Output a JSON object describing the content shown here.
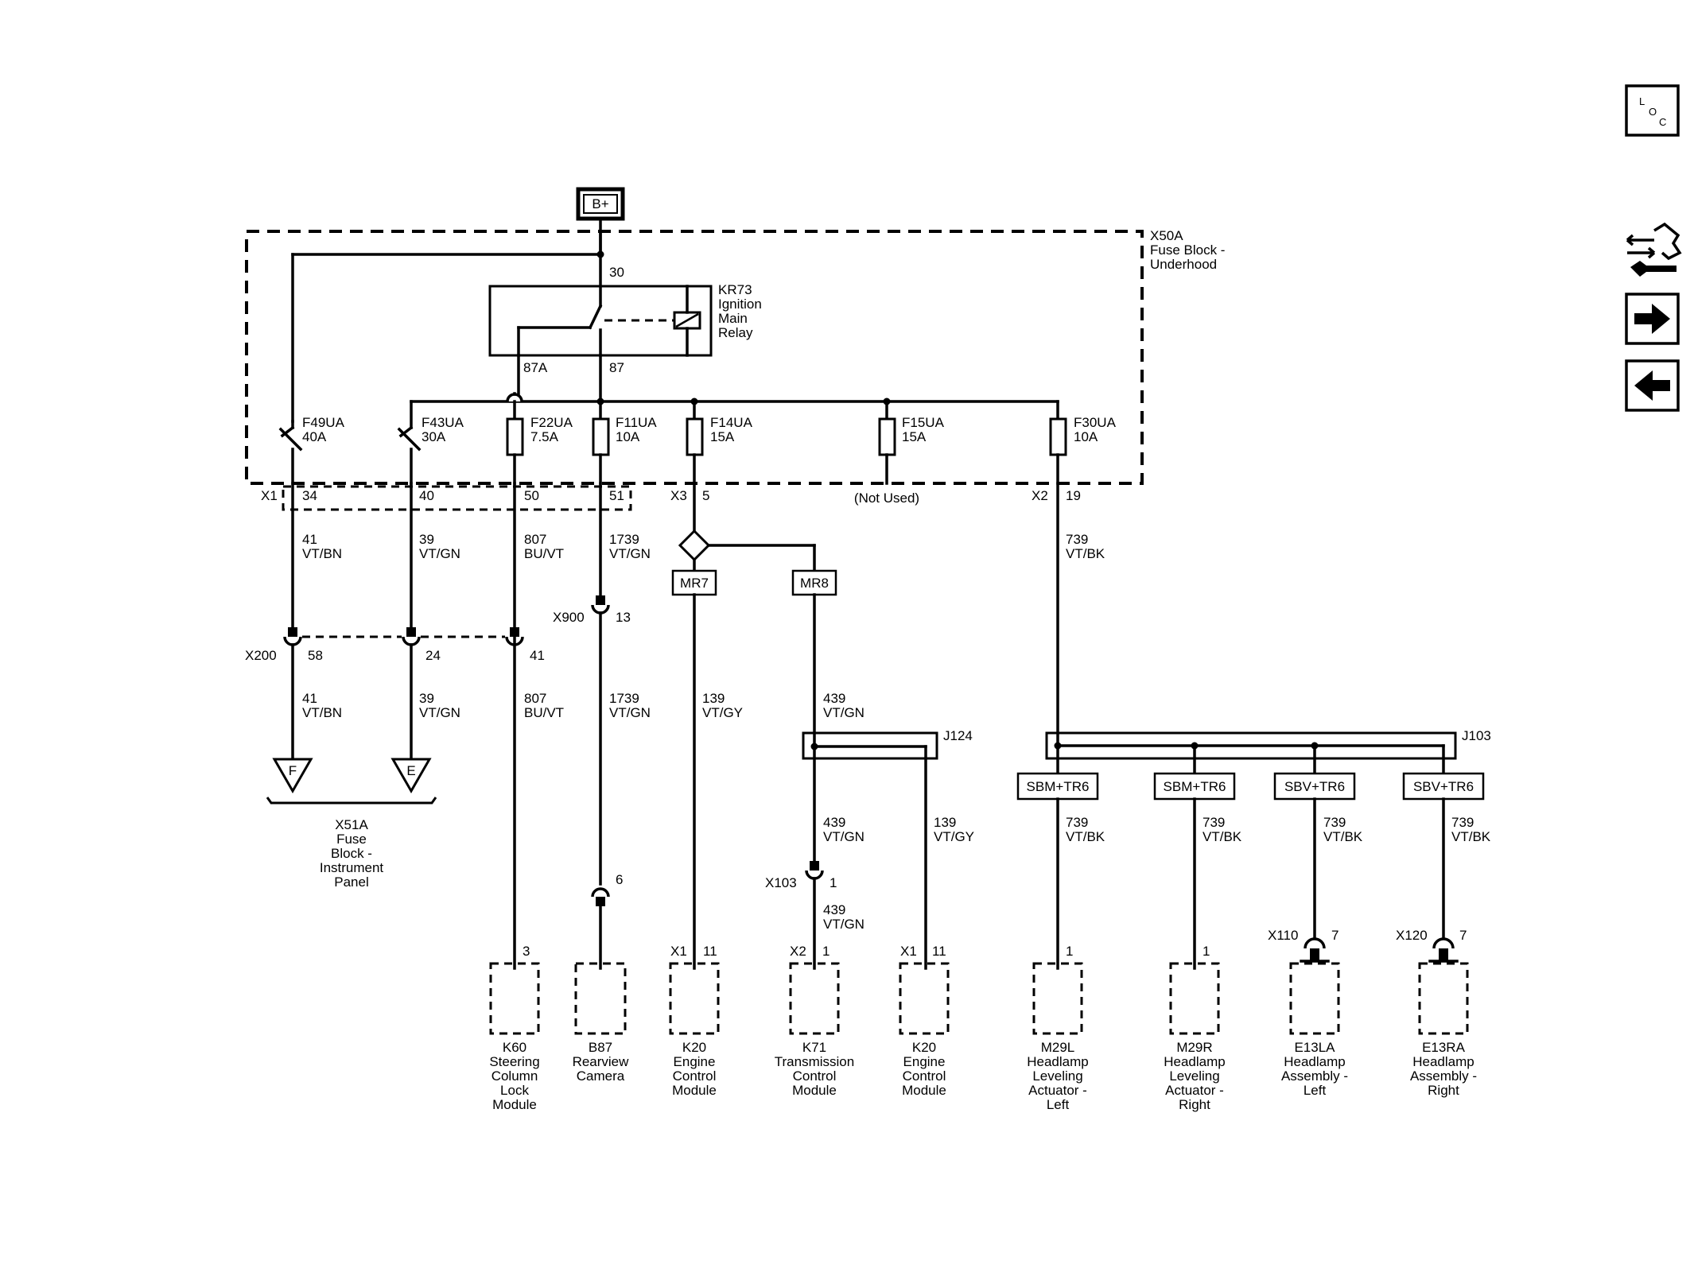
{
  "power_source": "B+",
  "fuse_block_underhood": {
    "id": "X50A",
    "line1": "Fuse Block -",
    "line2": "Underhood"
  },
  "relay": {
    "id": "KR73",
    "name_lines": [
      "Ignition",
      "Main",
      "Relay"
    ],
    "pin_in": "30",
    "pin_87a": "87A",
    "pin_87": "87"
  },
  "fuses": [
    {
      "name": "F49UA",
      "rating": "40A"
    },
    {
      "name": "F43UA",
      "rating": "30A"
    },
    {
      "name": "F22UA",
      "rating": "7.5A"
    },
    {
      "name": "F11UA",
      "rating": "10A"
    },
    {
      "name": "F14UA",
      "rating": "15A"
    },
    {
      "name": "F15UA",
      "rating": "15A"
    },
    {
      "name": "F30UA",
      "rating": "10A"
    }
  ],
  "connectors": {
    "x1": "X1",
    "x3": "X3",
    "x2": "X2",
    "x200": "X200",
    "x900": "X900",
    "x103": "X103",
    "x110": "X110",
    "x120": "X120",
    "pin_34": "34",
    "pin_40": "40",
    "pin_50": "50",
    "pin_51": "51",
    "pin_5": "5",
    "pin_19": "19",
    "pin_58": "58",
    "pin_24": "24",
    "pin_41": "41",
    "pin_13": "13",
    "pin_6": "6",
    "pin_1_x103": "1",
    "pin_7_x110": "7",
    "pin_7_x120": "7"
  },
  "not_used": "(Not Used)",
  "wires": {
    "w41": {
      "circuit": "41",
      "color": "VT/BN"
    },
    "w39": {
      "circuit": "39",
      "color": "VT/GN"
    },
    "w807": {
      "circuit": "807",
      "color": "BU/VT"
    },
    "w1739": {
      "circuit": "1739",
      "color": "VT/GN"
    },
    "w139": {
      "circuit": "139",
      "color": "VT/GY"
    },
    "w439": {
      "circuit": "439",
      "color": "VT/GN"
    },
    "w739": {
      "circuit": "739",
      "color": "VT/BK"
    }
  },
  "relay_tags": {
    "mr7": "MR7",
    "mr8": "MR8"
  },
  "splices": {
    "j124": "J124",
    "j103": "J103"
  },
  "splice_tags": {
    "t1": "SBM+TR6",
    "t2": "SBM+TR6",
    "t3": "SBV+TR6",
    "t4": "SBV+TR6"
  },
  "ip_fuse_block": {
    "pin_f": "F",
    "pin_e": "E",
    "lines": [
      "X51A",
      "Fuse",
      "Block -",
      "Instrument",
      "Panel"
    ]
  },
  "components": [
    {
      "pin_conn": "",
      "pin": "3",
      "lines": [
        "K60",
        "Steering",
        "Column",
        "Lock",
        "Module"
      ]
    },
    {
      "pin_conn": "",
      "pin": "",
      "lines": [
        "B87",
        "Rearview",
        "Camera"
      ]
    },
    {
      "pin_conn": "X1",
      "pin": "11",
      "lines": [
        "K20",
        "Engine",
        "Control",
        "Module"
      ]
    },
    {
      "pin_conn": "X2",
      "pin": "1",
      "lines": [
        "K71",
        "Transmission",
        "Control",
        "Module"
      ]
    },
    {
      "pin_conn": "X1",
      "pin": "11",
      "lines": [
        "K20",
        "Engine",
        "Control",
        "Module"
      ]
    },
    {
      "pin_conn": "",
      "pin": "1",
      "lines": [
        "M29L",
        "Headlamp",
        "Leveling",
        "Actuator -",
        "Left"
      ]
    },
    {
      "pin_conn": "",
      "pin": "1",
      "lines": [
        "M29R",
        "Headlamp",
        "Leveling",
        "Actuator -",
        "Right"
      ]
    },
    {
      "pin_conn": "",
      "pin": "",
      "lines": [
        "E13LA",
        "Headlamp",
        "Assembly -",
        "Left"
      ]
    },
    {
      "pin_conn": "",
      "pin": "",
      "lines": [
        "E13RA",
        "Headlamp",
        "Assembly -",
        "Right"
      ]
    }
  ],
  "nav": {
    "loc": {
      "l": "L",
      "o": "O",
      "c": "C"
    },
    "icons": [
      "loc-icon",
      "diagnostic-connector-icon",
      "forward-arrow-icon",
      "back-arrow-icon"
    ]
  }
}
